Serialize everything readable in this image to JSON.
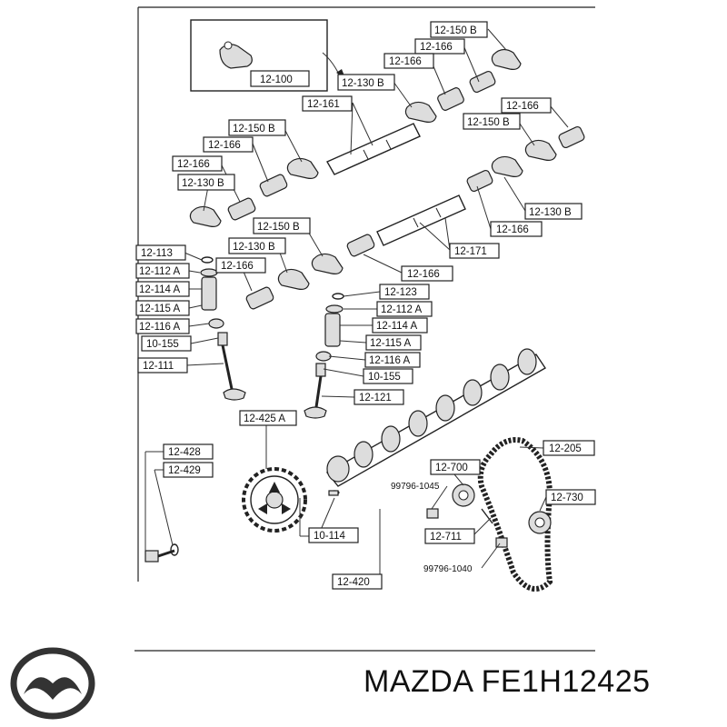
{
  "labels": {
    "l12_100": "12-100",
    "l12_150B_top": "12-150 B",
    "l12_166_a": "12-166",
    "l12_166_b": "12-166",
    "l12_130B_top": "12-130 B",
    "l12_161": "12-161",
    "l12_150B_left": "12-150 B",
    "l12_166_c": "12-166",
    "l12_166_d": "12-166",
    "l12_130B_left": "12-130 B",
    "l12_166_right": "12-166",
    "l12_150B_right": "12-150 B",
    "l12_130B_right": "12-130 B",
    "l12_166_right2": "12-166",
    "l12_171": "12-171",
    "l12_150B_mid": "12-150 B",
    "l12_130B_mid": "12-130 B",
    "l12_166_mid": "12-166",
    "l12_166_low": "12-166",
    "l12_113": "12-113",
    "l12_112A_l": "12-112 A",
    "l12_114A_l": "12-114 A",
    "l12_115A_l": "12-115 A",
    "l12_116A_l": "12-116 A",
    "l10_155_l": "10-155",
    "l12_111": "12-111",
    "l12_123": "12-123",
    "l12_112A_r": "12-112 A",
    "l12_114A_r": "12-114 A",
    "l12_115A_r": "12-115 A",
    "l12_116A_r": "12-116 A",
    "l10_155_r": "10-155",
    "l12_121": "12-121",
    "l12_425A": "12-425 A",
    "l12_428": "12-428",
    "l12_429": "12-429",
    "l12_205": "12-205",
    "l12_700": "12-700",
    "l99796_1045": "99796-1045",
    "l12_730": "12-730",
    "l12_711": "12-711",
    "l99796_1040": "99796-1040",
    "l10_114": "10-114",
    "l12_420": "12-420"
  },
  "brand": {
    "logo_icon": "mazda-logo-icon",
    "caption": "MAZDA FE1H12425"
  }
}
